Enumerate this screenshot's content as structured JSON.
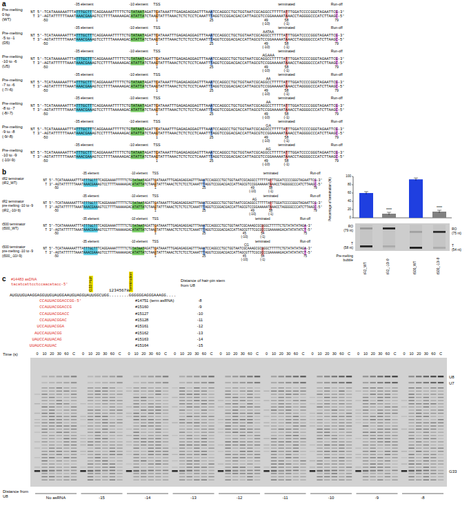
{
  "diagram": {
    "labels": [
      "a",
      "Pre-melting",
      "0 bp",
      "(WT)",
      "-35 element",
      "-10 element",
      "TSS",
      "terminated",
      "Run-off",
      "NT 5'-TCATAAAAAATTTATTTGCTTTCAGGAAAATTTTTCTGTATAATAGATTCATAAATTTGAGAGAGGAGTTTAAATCCAGGCCTGCTGGTAATCGCAGGCCTTTTTATTTGGATCCCCGGGTAGAATTCG-3'",
      "T 3'-AGTATTTTTTAAATAAACGAAAGTCCTTTTAAAAAGACATATTATCTAAGTATTTAAACTCTCTCCTCAAATTTAGGTCCGGACGACCATTAGCGTCCGGAAAAATAAACCTAGGGGCCCATCTTAAGC-5'",
      "-50",
      "1",
      "25",
      "49",
      "(-10)",
      "58",
      "(-1)",
      "79",
      "Pre-melting",
      "-5 to -1",
      "(D5)",
      "-35 element",
      "-10 element",
      "TSS",
      "terminated",
      "Run-off",
      "AATAA",
      "NT 5'-TCATAAAAAATTTATTTGCTTTCAGGAAAATTTTTCTGTATAATAGATTCATAAATTTGAGAGAGGAGTTTAAATCCAGGCCTGCTGGTAATCGCAGGCCTTTTTATTTGGATCCCCGGGTAGAATTCG-3'",
      "T 3'-AGTATTTTTTAAATAAACGAAAGTCCTTTTAAAAAGACATATTATCTAAGTATTTAAACTCTCTCCTCAAATTTAGGTCCGGACGACCATTAGCGTCCGGAAAAATAAACCTAGGGGCCCATCTTAAGC-5'",
      "-50",
      "1",
      "25",
      "49",
      "(-10)",
      "58",
      "(-1)",
      "79",
      "Pre-melting",
      "-10 to -6",
      "(U5)",
      "-35 element",
      "-10 element",
      "TSS",
      "terminated",
      "Run-off",
      "AGAAA",
      "NT 5'-TCATAAAAAATTTATTTGCTTTCAGGAAAATTTTTCTGTATAATAGATTCATAAATTTGAGAGAGGAGTTTAAATCCAGGCCTGCTGGTAATCGCAGGCCTTTTTATTTGGATCCCCGGGTAGAATTCG-3'",
      "T 3'-AGTATTTTTTAAATAAACGAAAGTCCTTTTAAAAAGACATATTATCTAAGTATTTAAACTCTCTCCTCAAATTTAGGTCCGGACGACCATTAGCGTCCGGAAAAATAAACCTAGGGGCCCATCTTAAGC-5'",
      "-50",
      "1",
      "25",
      "49",
      "(-10)",
      "58",
      "(-1)",
      "79",
      "Pre-melting",
      "-7 to -6",
      "(-7/-6)",
      "-35 element",
      "-10 element",
      "TSS",
      "terminated",
      "Run-off",
      "AA",
      "NT 5'-TCATAAAAAATTTATTTGCTTTCAGGAAAATTTTTCTGTATAATAGATTCATAAATTTGAGAGAGGAGTTTAAATCCAGGCCTGCTGGTAATCGCAGGCCTTTTTATTTGGATCCCCGGGTAGAATTCG-3'",
      "T 3'-AGTATTTTTTAAATAAACGAAAGTCCTTTTAAAAAGACATATTATCTAAGTATTTAAACTCTCTCCTCAAATTTAGGTCCGGACGACCATTAGCGTCCGGAAAAATAAACCTAGGGGCCCATCTTAAGC-5'",
      "-50",
      "1",
      "25",
      "49",
      "(-10)",
      "58",
      "(-1)",
      "79",
      "Pre-melting",
      "-8 to -7",
      "(-8/-7)",
      "-35 element",
      "-10 element",
      "TSS",
      "terminated",
      "Run-off",
      "AA",
      "NT 5'-TCATAAAAAATTTATTTGCTTTCAGGAAAATTTTTCTGTATAATAGATTCATAAATTTGAGAGAGGAGTTTAAATCCAGGCCTGCTGGTAATCGCAGGCCTTTTTATTTGGATCCCCGGGTAGAATTCG-3'",
      "T 3'-AGTATTTTTTAAATAAACGAAAGTCCTTTTAAAAAGACATATTATCTAAGTATTTAAACTCTCTCCTCAAATTTAGGTCCGGACGACCATTAGCGTCCGGAAAAATAAACCTAGGGGCCCATCTTAAGC-5'",
      "-50",
      "1",
      "25",
      "49",
      "(-10)",
      "58",
      "(-1)",
      "79",
      "Pre-melting",
      "-9 to -8",
      "(-9/-8)",
      "-35 element",
      "-10 element",
      "TSS",
      "terminated",
      "Run-off",
      "GA",
      "NT 5'-TCATAAAAAATTTATTTGCTTTCAGGAAAATTTTTCTGTATAATAGATTCATAAATTTGAGAGAGGAGTTTAAATCCAGGCCTGCTGGTAATCGCAGGCCTTTTTATTTGGATCCCCGGGTAGAATTCG-3'",
      "T 3'-AGTATTTTTTAAATAAACGAAAGTCCTTTTAAAAAGACATATTATCTAAGTATTTAAACTCTCTCCTCAAATTTAGGTCCGGACGACCATTAGCGTCCGGAAAAATAAACCTAGGGGCCCATCTTAAGC-5'",
      "-50",
      "1",
      "25",
      "49",
      "(-10)",
      "58",
      "(-1)",
      "79",
      "Pre-melting",
      "-10 to -9",
      "(-10/-9)",
      "-35 element",
      "-10 element",
      "TSS",
      "terminated",
      "Run-off",
      "AG",
      "NT 5'-TCATAAAAAATTTATTTGCTTTCAGGAAAATTTTTCTGTATAATAGATTCATAAATTTGAGAGAGGAGTTTAAATCCAGGCCTGCTGGTAATCGCAGGCCTTTTTATTTGGATCCCCGGGTAGAATTCG-3'",
      "T 3'-AGTATTTTTTAAATAAACGAAAGTCCTTTTAAAAAGACATATTATCTAAGTATTTAAACTCTCTCCTCAAATTTAGGTCCGGACGACCATTAGCGTCCGGAAAAATAAACCTAGGGGCCCATCTTAAGC-5'",
      "-50",
      "1",
      "25",
      "49",
      "(-10)",
      "58",
      "(-1)",
      "79",
      "b",
      "tR2 terminator",
      "(tR2_WT)",
      "-35 element",
      "-10 element",
      "TSS",
      "terminated",
      "Run-off",
      "NT 5'-TCATAAAAAATTTATTTGCTTTCAGGAAAATTTTTCTGTATAATAGATTCATAAATTTGAGAGAGGAGTTTAAATCCAGGCCTGCTGGTAATCGCAGGCCTTTTTATTTGGATCCCCGGGTAGAATTCG-3'",
      "T 3'-AGTATTTTTTAAATAAACGAAAGTCCTTTTAAAAAGACATATTATCTAAGTATTTAAACTCTCTCCTCAAATTTAGGTCCGGACGACCATTAGCGTCCGGAAAAATAAACCTAGGGGCCCATCTTAAGC-5'",
      "-50",
      "1",
      "25",
      "49",
      "(-10)",
      "58",
      "(-1)",
      "79",
      "tR2 terminator",
      "pre-melting -10 to -9",
      "(tR2_-10/-9)",
      "-35 element",
      "-10 element",
      "TSS",
      "terminated",
      "Run-off",
      "AG",
      "NT 5'-TCATAAAAAATTTATTTGCTTTCAGGAAAATTTTTCTGTATAATAGATTCATAAATTTGAGAGAGGAGTTTAAATCCAGGCCTGCTGGTAATCGCAGGCCTTTTTATTTGGATCCCCGGGTAGAATTCG-3'",
      "T 3'-AGTATTTTTTAAATAAACGAAAGTCCTTTTAAAAAGACATATTATCTAAGTATTTAAACTCTCTCCTCAAATTTAGGTCCGGACGACCATTAGCGTCCGGAAAAATAAACCTAGGGGCCCATCTTAAGC-5'",
      "-50",
      "1",
      "25",
      "49",
      "(-10)",
      "58",
      "(-1)",
      "79",
      "t500 terminator",
      "(t500_WT)",
      "-35 element",
      "-10 element",
      "TSS",
      "terminated",
      "Run-off",
      "NT 5'-TCATAAAAAATTTATTTGCTTTCAGGAAAATTTTTCTGTATAATAGATTCATAAATTTGAGAGAGGAGTTTAAATCCAGGCCTGCTGGTAATCGCAAAGCGCGGGCTTTTTCTGTATATATAGA-3'",
      "T 3'-AGTATTTTTTAAATAAACGAAAGTCCTTTTAAAAAGACATATTATCTAAGTATTTAAACTCTCTCCTCAAATTTAGGTCCGGACGACCATTAGCGTTTCGCGCCCGAAAAAGACATATATATCT-5'",
      "-50",
      "1",
      "25",
      "45",
      "(-10)",
      "54",
      "(-1)",
      "75",
      "t500 terminator",
      "pre-melting -10 to -9",
      "(t500_-10/-9)",
      "-35 element",
      "-10 element",
      "TSS",
      "terminated",
      "Run-off",
      "CG",
      "NT 5'-TCATAAAAAATTTATTTGCTTTCAGGAAAATTTTTCTGTATAATAGATTCATAAATTTGAGAGAGGAGTTTAAATCCAGGCCTGCTGGTAATCGCAAAGCGCGGGCTTTTTCTGTATATATAGA-3'",
      "T 3'-AGTATTTTTTAAATAAACGAAAGTCCTTTTAAAAAGACATATTATCTAAGTATTTAAACTCTCTCCTCAAATTTAGGTCCGGACGACCATTAGCGTTTCGCGCCCGAAAAAGACATATATATCT-5'",
      "-50",
      "1",
      "25",
      "45",
      "(-10)",
      "54",
      "(-1)",
      "75",
      "100",
      "80",
      "60",
      "40",
      "20",
      "0",
      "Percentage of termination (%)",
      "****",
      "****",
      "RO",
      "(79 nt)",
      "RO",
      "(75 nt)",
      "T",
      "(58 nt)",
      "T",
      "(54 nt)",
      "Pre-melting",
      "bubble",
      "tR2_WT",
      "tR2_-10/-9",
      "t500_WT",
      "t500_-10/-9",
      "c",
      "#14483 asDNA",
      "tacatcattcctccaacatacc-5'",
      "G33 Halt",
      "Termination",
      "12345678",
      "AUGUUGUAAGGAGGUUGUAUGGAAUGUAGGUAUUGGCUGG........GGGGGGAGGGAAAGG....",
      "Distance of hair-pin stem from U8",
      "CCAUUACGGACCGG-5'",
      "#14751 (term asRNA)",
      "-8",
      "CCAUUACGGACCG",
      "#15160",
      "-9",
      "CCAUUACGGACC",
      "#15127",
      "-10",
      "CCAUUACGGAC",
      "#15128",
      "-11",
      "UCCAUUACGGA",
      "#15161",
      "-12",
      "AUCCAUUACGG",
      "#15162",
      "-13",
      "UAUCCAUUACAG",
      "#15163",
      "-14",
      "UUAUCCAUUAC",
      "#15164",
      "-15",
      "Time (s)",
      "0",
      "10",
      "20",
      "30",
      "60",
      "C",
      "0",
      "10",
      "20",
      "30",
      "60",
      "C",
      "0",
      "10",
      "20",
      "30",
      "60",
      "C",
      "0",
      "10",
      "20",
      "30",
      "60",
      "C",
      "0",
      "10",
      "20",
      "30",
      "60",
      "C",
      "0",
      "10",
      "20",
      "30",
      "60",
      "C",
      "0",
      "10",
      "20",
      "30",
      "60",
      "C",
      "0",
      "10",
      "20",
      "30",
      "60",
      "C",
      "0",
      "10",
      "20",
      "30",
      "60",
      "C",
      "U8",
      "U7",
      "G33",
      "Distance from U8",
      "No asRNA",
      "-15",
      "-14",
      "-13",
      "-12",
      "-11",
      "-10",
      "-9",
      "-8"
    ]
  }
}
